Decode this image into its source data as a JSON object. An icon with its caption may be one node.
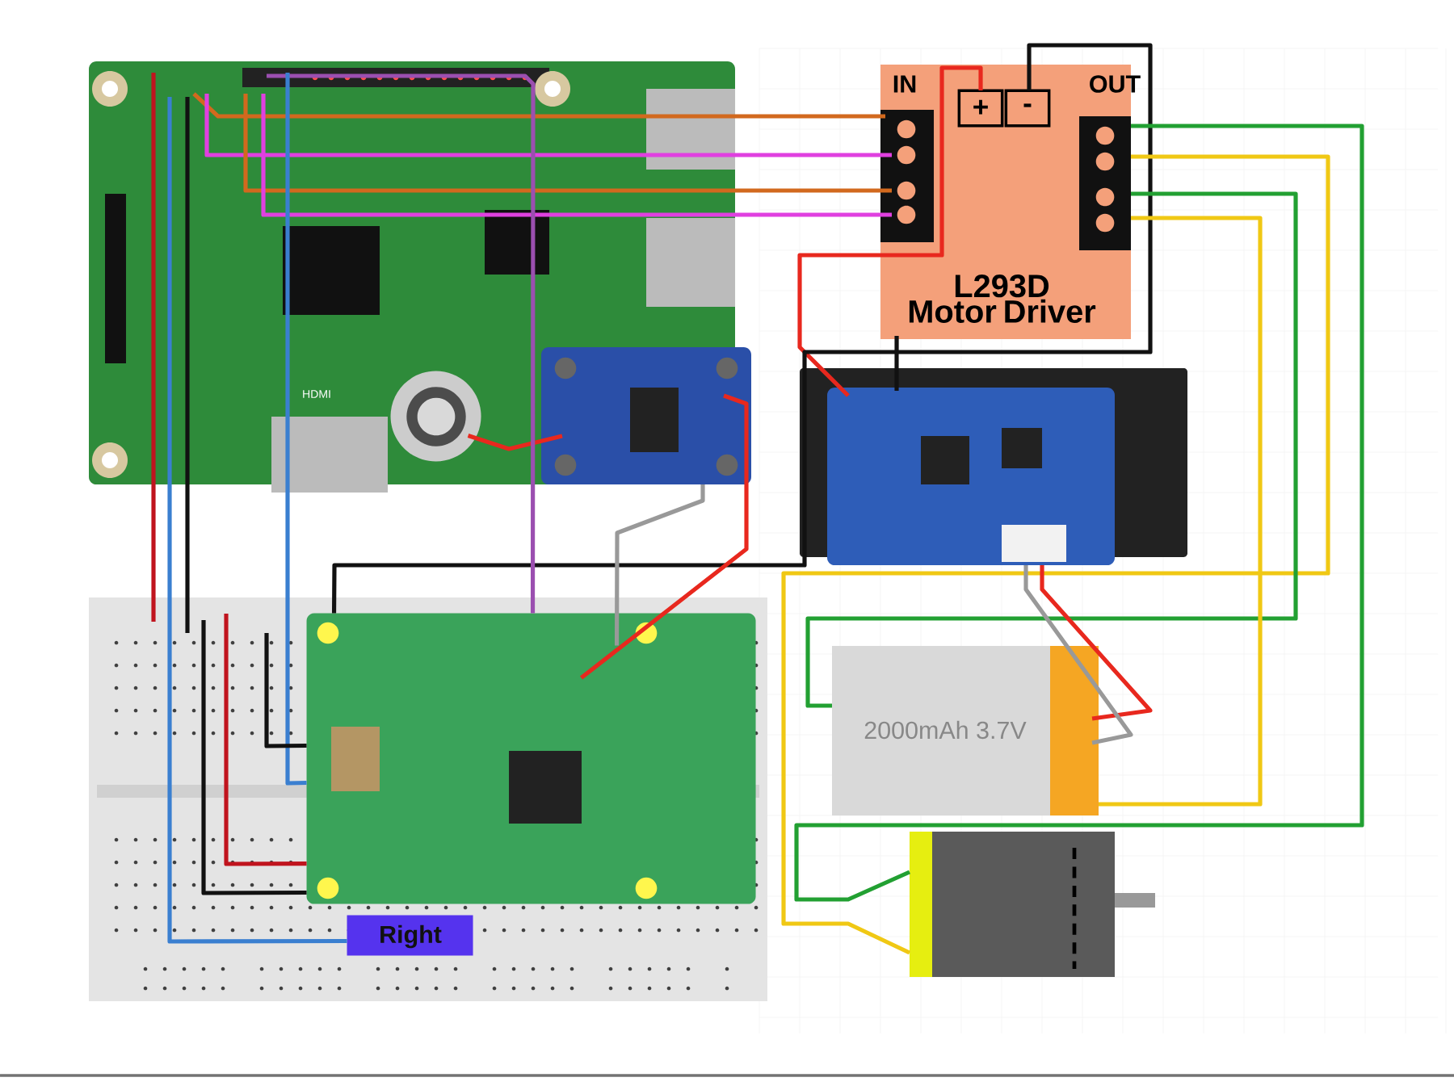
{
  "diagram": {
    "nodes": [
      {
        "text": [],
        "shape": "picture"
      },
      {
        "text": [
          "IN",
          "+",
          "-",
          "OUT",
          "L293D Motor Driver"
        ]
      },
      {
        "text": [],
        "shape": "circle",
        "in": 0
      },
      {
        "text": [],
        "shape": "picture"
      },
      {
        "text": [],
        "shape": "picture"
      },
      {
        "text": [],
        "shape": "picture"
      },
      {
        "text": [],
        "shape": "picture",
        "in": 5
      },
      {
        "text": [
          "2000mAh 3.7V"
        ]
      },
      {
        "text": [],
        "shape": "picture"
      },
      {
        "text": [
          "Right"
        ],
        "in": 5
      }
    ],
    "edges": [
      {
        "from": 0,
        "to": 1,
        "arrow": "none",
        "color": "#d2691e"
      },
      {
        "from": 0,
        "to": 1,
        "arrow": "none",
        "color": "#e040e0"
      },
      {
        "from": 0,
        "to": 1,
        "arrow": "none",
        "color": "#d2691e"
      },
      {
        "from": 0,
        "to": 1,
        "arrow": "none",
        "color": "#e040e0"
      },
      {
        "from": 4,
        "to": 1,
        "arrow": "none",
        "color": "#e8281e"
      },
      {
        "from": 1,
        "to": 6,
        "arrow": "none",
        "color": "#111111"
      },
      {
        "from": 1,
        "to": 8,
        "arrow": "none",
        "color": "#22a032"
      },
      {
        "from": 1,
        "to": 8,
        "arrow": "none",
        "color": "#f0c814"
      },
      {
        "from": 1,
        "to": 7,
        "arrow": "none",
        "color": "#22a032"
      },
      {
        "from": 1,
        "to": 7,
        "arrow": "none",
        "color": "#f0c814"
      },
      {
        "from": 7,
        "to": 4,
        "arrow": "none",
        "color": "#e8281e"
      },
      {
        "from": 7,
        "to": 4,
        "arrow": "none",
        "color": "#999999"
      },
      {
        "from": 3,
        "to": 2,
        "arrow": "none",
        "color": "#e8281e"
      },
      {
        "from": 6,
        "to": 3,
        "arrow": "none",
        "color": "#e8281e"
      },
      {
        "from": 6,
        "to": 3,
        "arrow": "none",
        "color": "#999999"
      },
      {
        "from": 1,
        "to": 4,
        "arrow": "none",
        "color": "#111111"
      },
      {
        "from": 0,
        "to": 6,
        "arrow": "none",
        "color": "#9b4fb0"
      },
      {
        "from": 0,
        "to": 5,
        "arrow": "none",
        "color": "#c0141e"
      },
      {
        "from": 0,
        "to": 9,
        "arrow": "none",
        "color": "#3a7fd0"
      },
      {
        "from": 0,
        "to": 5,
        "arrow": "none",
        "color": "#111111"
      },
      {
        "from": 0,
        "to": 6,
        "arrow": "none",
        "color": "#3a7fd0"
      },
      {
        "from": 5,
        "to": 6,
        "arrow": "none",
        "color": "#c0141e"
      },
      {
        "from": 5,
        "to": 6,
        "arrow": "none",
        "color": "#111111"
      },
      {
        "from": 5,
        "to": 6,
        "arrow": "none",
        "color": "#111111"
      }
    ],
    "labels": [
      "HDMI"
    ]
  }
}
